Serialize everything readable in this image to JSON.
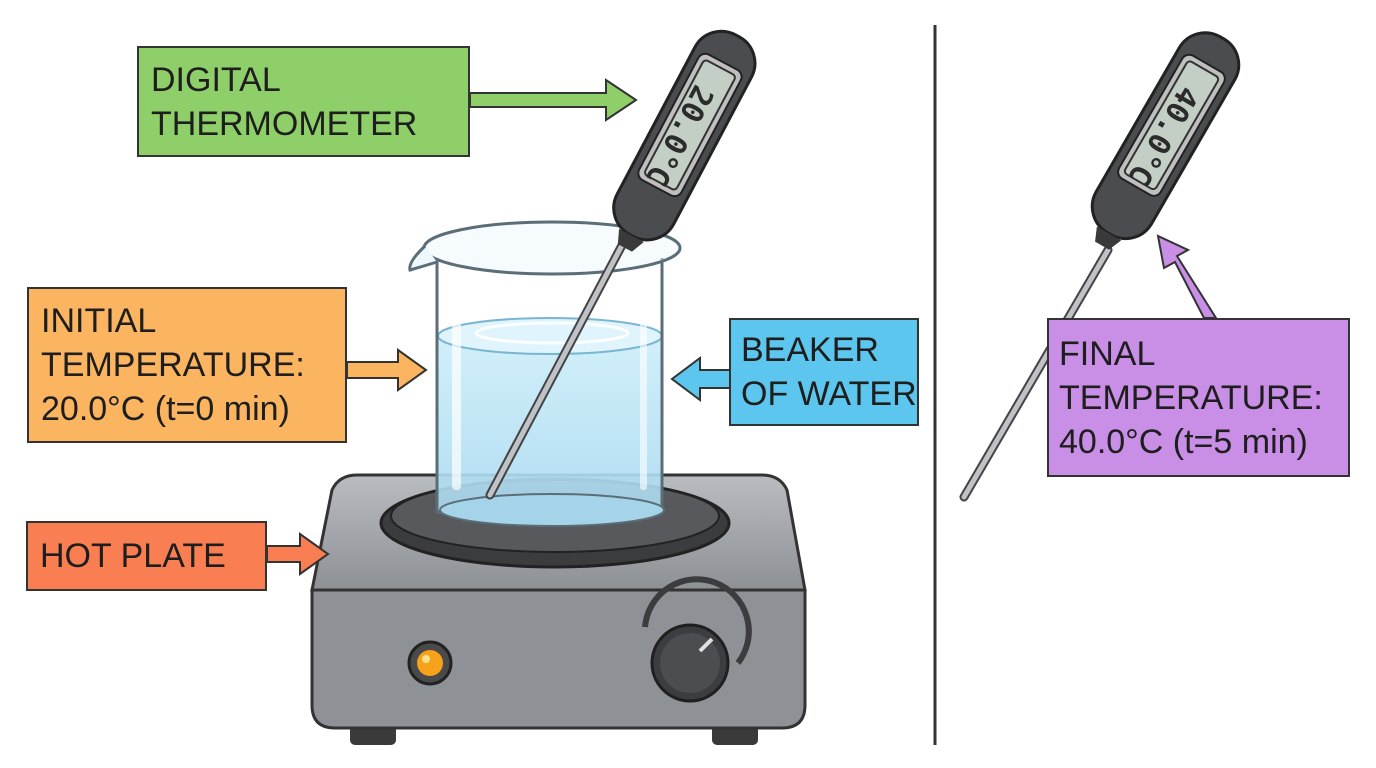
{
  "colors": {
    "green_label": "#8fcf6a",
    "orange_label": "#fbb460",
    "blue_label": "#5cc6ee",
    "red_label": "#f97e52",
    "purple_label": "#c98ee6",
    "water": "#bfe6f7",
    "hotplate": "#9ea2a6",
    "thermometer_body": "#4a4c50",
    "lcd": "#c3cfc4"
  },
  "labels": {
    "digital_thermometer": [
      "DIGITAL",
      "THERMOMETER"
    ],
    "initial_temperature": [
      "INITIAL",
      "TEMPERATURE:",
      "20.0°C (t=0 min)"
    ],
    "beaker_of_water": [
      "BEAKER",
      "OF WATER"
    ],
    "hot_plate": [
      "HOT PLATE"
    ],
    "final_temperature": [
      "FINAL",
      "TEMPERATURE:",
      "40.0°C (t=5 min)"
    ]
  },
  "thermometers": {
    "left_display": "20.0°C",
    "right_display": "40.0°C"
  }
}
